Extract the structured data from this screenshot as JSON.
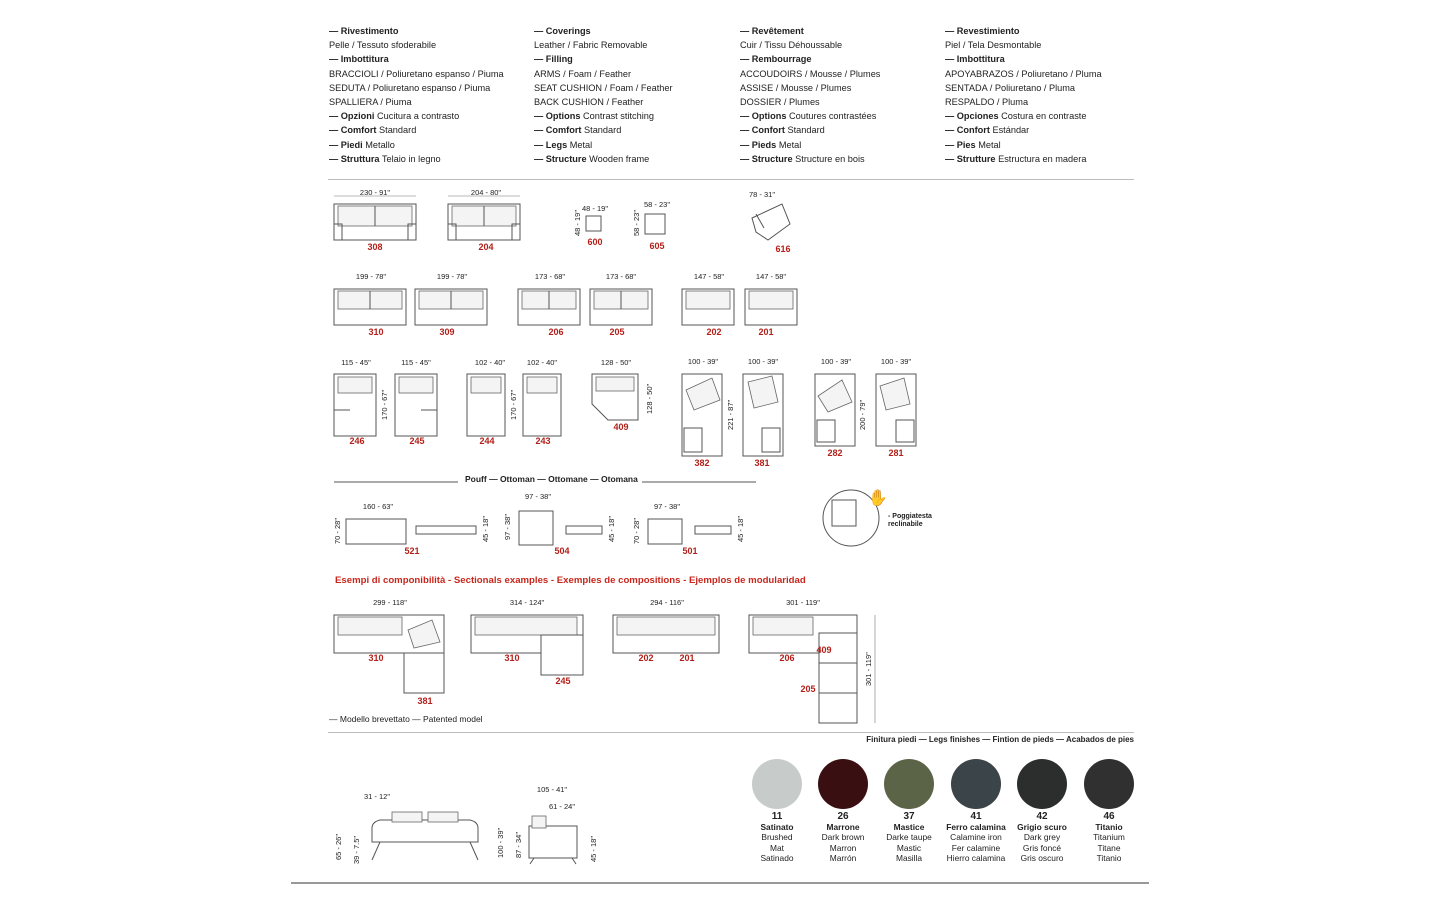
{
  "specs": [
    {
      "lines": [
        {
          "b": "— Rivestimento",
          "t": ""
        },
        {
          "b": "",
          "t": "Pelle / Tessuto sfoderabile"
        },
        {
          "b": "— Imbottitura",
          "t": ""
        },
        {
          "b": "",
          "t": "BRACCIOLI / Poliuretano espanso / Piuma"
        },
        {
          "b": "",
          "t": "SEDUTA / Poliuretano espanso / Piuma"
        },
        {
          "b": "",
          "t": "SPALLIERA / Piuma"
        },
        {
          "b": "— Opzioni",
          "t": " Cucitura a contrasto"
        },
        {
          "b": "— Comfort",
          "t": " Standard"
        },
        {
          "b": "— Piedi",
          "t": " Metallo"
        },
        {
          "b": "— Struttura",
          "t": " Telaio in legno"
        }
      ]
    },
    {
      "lines": [
        {
          "b": "— Coverings",
          "t": ""
        },
        {
          "b": "",
          "t": "Leather / Fabric Removable"
        },
        {
          "b": "— Filling",
          "t": ""
        },
        {
          "b": "",
          "t": "ARMS / Foam  / Feather"
        },
        {
          "b": "",
          "t": "SEAT CUSHION / Foam  / Feather"
        },
        {
          "b": "",
          "t": "BACK CUSHION / Feather"
        },
        {
          "b": "— Options",
          "t": " Contrast stitching"
        },
        {
          "b": "— Comfort",
          "t": " Standard"
        },
        {
          "b": "— Legs",
          "t": " Metal"
        },
        {
          "b": "— Structure",
          "t": " Wooden frame"
        }
      ]
    },
    {
      "lines": [
        {
          "b": "— Revêtement",
          "t": ""
        },
        {
          "b": "",
          "t": "Cuir / Tissu Déhoussable"
        },
        {
          "b": "— Rembourrage",
          "t": ""
        },
        {
          "b": "",
          "t": "ACCOUDOIRS / Mousse / Plumes"
        },
        {
          "b": "",
          "t": "ASSISE / Mousse / Plumes"
        },
        {
          "b": "",
          "t": "DOSSIER / Plumes"
        },
        {
          "b": "— Options",
          "t": " Coutures contrastées"
        },
        {
          "b": "— Confort",
          "t": " Standard"
        },
        {
          "b": "— Pieds",
          "t": " Metal"
        },
        {
          "b": "— Structure",
          "t": "  Structure en bois"
        }
      ]
    },
    {
      "lines": [
        {
          "b": "— Revestimiento",
          "t": ""
        },
        {
          "b": "",
          "t": "Piel / Tela Desmontable"
        },
        {
          "b": "— Imbottitura",
          "t": ""
        },
        {
          "b": "",
          "t": "APOYABRAZOS / Poliuretano / Pluma"
        },
        {
          "b": "",
          "t": "SENTADA / Poliuretano / Pluma"
        },
        {
          "b": "",
          "t": "RESPALDO / Pluma"
        },
        {
          "b": "— Opciones",
          "t": " Costura en contraste"
        },
        {
          "b": "— Confort",
          "t": " Estándar"
        },
        {
          "b": "— Pies",
          "t": " Metal"
        },
        {
          "b": "— Strutture",
          "t": " Estructura en madera"
        }
      ]
    }
  ],
  "modules": {
    "row1": {
      "d308": "230 - 91\"",
      "c308": "308",
      "d204": "204 - 80\"",
      "c204": "204",
      "d600w": "48 - 19\"",
      "d600h": "48 - 19\"",
      "c600": "600",
      "d605w": "58 - 23\"",
      "d605h": "58 - 23\"",
      "c605": "605",
      "d616": "78 - 31\"",
      "c616": "616"
    },
    "row2": {
      "d310": "199 - 78\"",
      "c310": "310",
      "d309": "199 - 78\"",
      "c309": "309",
      "d206": "173 - 68\"",
      "c206": "206",
      "d205": "173 - 68\"",
      "c205": "205",
      "d202": "147 - 58\"",
      "c202": "202",
      "d201": "147 - 58\"",
      "c201": "201"
    },
    "row3": {
      "d246": "115 - 45\"",
      "c246": "246",
      "d245": "115 - 45\"",
      "c245": "245",
      "h246": "170 - 67\"",
      "d244": "102 - 40\"",
      "c244": "244",
      "d243": "102 - 40\"",
      "c243": "243",
      "h244": "170 - 67\"",
      "d409": "128 - 50\"",
      "h409": "128 - 50\"",
      "c409": "409",
      "d382": "100 - 39\"",
      "c382": "382",
      "d381": "100 - 39\"",
      "c381": "381",
      "h382": "221 - 87\"",
      "d282": "100 - 39\"",
      "c282": "282",
      "d281": "100 - 39\"",
      "c281": "281",
      "h282": "200 - 79\""
    }
  },
  "ottoman": {
    "title": "Pouff — Ottoman — Ottomane — Otomana",
    "d521": "160 - 63\"",
    "h521": "70 - 28\"",
    "l521": "45 - 18\"",
    "c521": "521",
    "d504": "97 - 38\"",
    "h504": "97 - 38\"",
    "l504": "45 - 18\"",
    "c504": "504",
    "d501": "97 - 38\"",
    "h501": "70 - 28\"",
    "l501": "45 - 18\"",
    "c501": "501",
    "headrest": "- Poggiatesta reclinabile"
  },
  "sectionals": {
    "title": "Esempi di componibilità  -  Sectionals examples - Exemples de compositions - Ejemplos de modularidad",
    "ex1": {
      "dim": "299 - 118\"",
      "a": "310",
      "b": "381"
    },
    "ex2": {
      "dim": "314 - 124\"",
      "a": "310",
      "b": "245"
    },
    "ex3": {
      "dim": "294 - 116\"",
      "a": "202",
      "b": "201"
    },
    "ex4": {
      "dim": "301 - 119\"",
      "a": "206",
      "b": "409",
      "c": "205",
      "h": "301 - 119\""
    },
    "patent": "— Modello brevettato — Patented model"
  },
  "finishes": {
    "title": "Finitura piedi — Legs finishes — Fintion de pieds — Acabados de pies",
    "items": [
      {
        "num": "11",
        "it": "Satinato",
        "en": "Brushed",
        "fr": "Mat",
        "es": "Satinado",
        "color": "#c7cccb"
      },
      {
        "num": "26",
        "it": "Marrone",
        "en": "Dark brown",
        "fr": "Marron",
        "es": "Marrón",
        "color": "#3a0f12"
      },
      {
        "num": "37",
        "it": "Mastice",
        "en": "Darke taupe",
        "fr": "Mastic",
        "es": "Masilla",
        "color": "#5c6447"
      },
      {
        "num": "41",
        "it": "Ferro calamina",
        "en": "Calamine iron",
        "fr": "Fer calamine",
        "es": "Hierro calamina",
        "color": "#3b4448"
      },
      {
        "num": "42",
        "it": "Grigio scuro",
        "en": "Dark grey",
        "fr": "Gris foncé",
        "es": "Gris oscuro",
        "color": "#2b2e2c"
      },
      {
        "num": "46",
        "it": "Titanio",
        "en": "Titanium",
        "fr": "Titane",
        "es": "Titanio",
        "color": "#2f302f"
      }
    ]
  },
  "side": {
    "d1": "31 - 12\"",
    "h1": "65 - 26\"",
    "h2": "39 - 7.5\"",
    "h3": "100 - 39\"",
    "d2": "105 - 41\"",
    "d3": "61 - 24\"",
    "h4": "87 - 34\"",
    "h5": "45 - 18\""
  }
}
